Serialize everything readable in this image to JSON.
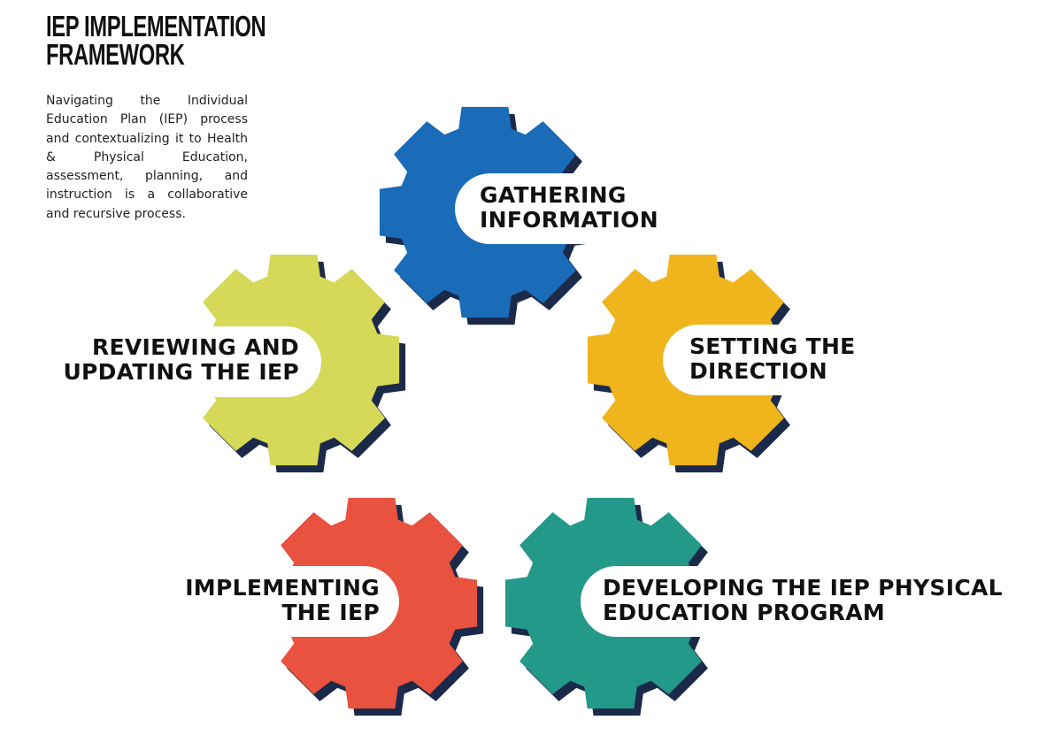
{
  "header": {
    "title_lines": [
      "IEP IMPLEMENTATION",
      "FRAMEWORK"
    ],
    "description": "Navigating the Individual Education Plan (IEP) process and contextualizing it to Health & Physical Education, assessment, planning, and instruction is a collaborative and recursive process."
  },
  "colors": {
    "shadow": "#1b2a4a",
    "background": "#ffffff",
    "text": "#111111"
  },
  "gears": [
    {
      "id": "gathering",
      "lines": [
        "GATHERING",
        "INFORMATION"
      ],
      "color": "#1a6bb8",
      "slot": "right",
      "icon": "gear-icon"
    },
    {
      "id": "setting",
      "lines": [
        "SETTING THE",
        "DIRECTION"
      ],
      "color": "#f0b41c",
      "slot": "right",
      "icon": "gear-icon"
    },
    {
      "id": "developing",
      "lines": [
        "DEVELOPING THE IEP PHYSICAL",
        "EDUCATION PROGRAM"
      ],
      "color": "#23998a",
      "slot": "right",
      "icon": "gear-icon"
    },
    {
      "id": "implementing",
      "lines": [
        "IMPLEMENTING",
        "THE IEP"
      ],
      "color": "#e8523f",
      "slot": "left",
      "icon": "gear-icon"
    },
    {
      "id": "reviewing",
      "lines": [
        "REVIEWING AND",
        "UPDATING THE IEP"
      ],
      "color": "#d6d957",
      "slot": "left",
      "icon": "gear-icon"
    }
  ]
}
